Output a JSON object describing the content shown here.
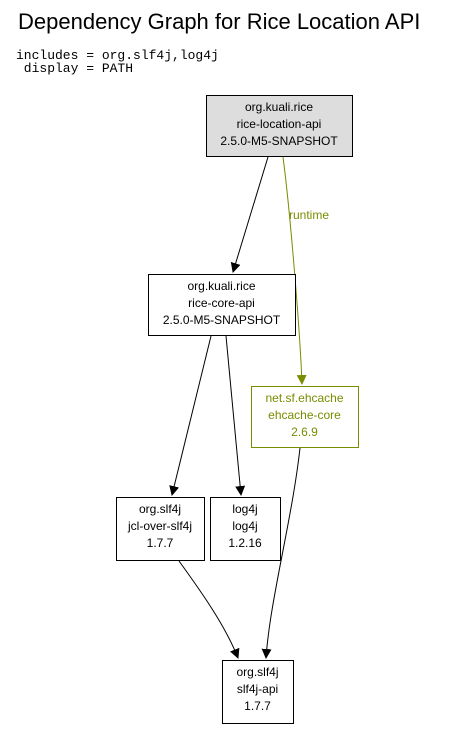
{
  "title": "Dependency Graph for Rice Location API",
  "meta": {
    "includes": "includes = org.slf4j,log4j",
    "display": " display = PATH"
  },
  "colors": {
    "root_fill": "#dddddd",
    "runtime": "#7a8c00",
    "default": "#000000"
  },
  "nodes": [
    {
      "id": "rice-location-api",
      "group": "org.kuali.rice",
      "artifact": "rice-location-api",
      "version": "2.5.0-M5-SNAPSHOT",
      "style": "root"
    },
    {
      "id": "rice-core-api",
      "group": "org.kuali.rice",
      "artifact": "rice-core-api",
      "version": "2.5.0-M5-SNAPSHOT",
      "style": "default"
    },
    {
      "id": "ehcache-core",
      "group": "net.sf.ehcache",
      "artifact": "ehcache-core",
      "version": "2.6.9",
      "style": "runtime"
    },
    {
      "id": "jcl-over-slf4j",
      "group": "org.slf4j",
      "artifact": "jcl-over-slf4j",
      "version": "1.7.7",
      "style": "default"
    },
    {
      "id": "log4j",
      "group": "log4j",
      "artifact": "log4j",
      "version": "1.2.16",
      "style": "default"
    },
    {
      "id": "slf4j-api",
      "group": "org.slf4j",
      "artifact": "slf4j-api",
      "version": "1.7.7",
      "style": "default"
    }
  ],
  "edges": [
    {
      "from": "rice-location-api",
      "to": "rice-core-api",
      "label": "",
      "style": "default"
    },
    {
      "from": "rice-location-api",
      "to": "ehcache-core",
      "label": "runtime",
      "style": "runtime"
    },
    {
      "from": "rice-core-api",
      "to": "jcl-over-slf4j",
      "label": "",
      "style": "default"
    },
    {
      "from": "rice-core-api",
      "to": "log4j",
      "label": "",
      "style": "default"
    },
    {
      "from": "ehcache-core",
      "to": "slf4j-api",
      "label": "",
      "style": "default"
    },
    {
      "from": "jcl-over-slf4j",
      "to": "slf4j-api",
      "label": "",
      "style": "default"
    }
  ]
}
